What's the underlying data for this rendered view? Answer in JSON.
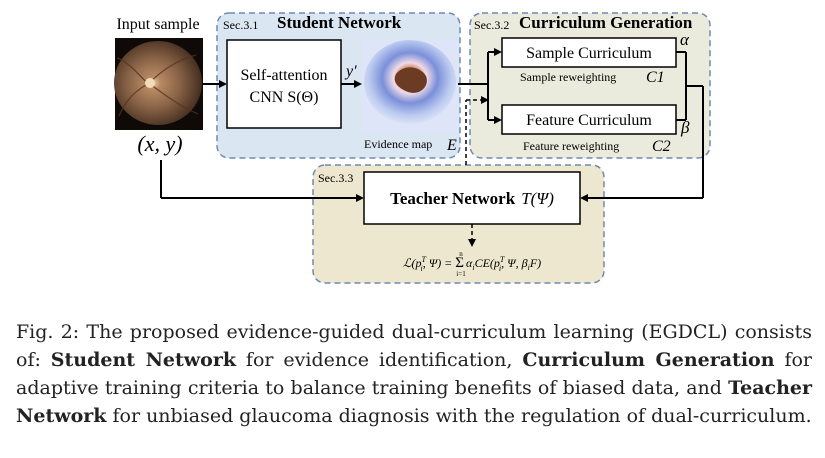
{
  "figure": {
    "input": {
      "label": "Input sample",
      "pair": "(x, y)"
    },
    "student": {
      "sec": "Sec.3.1",
      "title": "Student Network",
      "cnn_line1": "Self-attention",
      "cnn_line2": "CNN S(Θ)",
      "output": "y′",
      "evidence_label": "Evidence map",
      "evidence_symbol": "E"
    },
    "curriculum": {
      "sec": "Sec.3.2",
      "title": "Curriculum Generation",
      "sample_box": "Sample Curriculum",
      "sample_sub": "Sample reweighting",
      "sample_sym": "C1",
      "alpha": "α",
      "feature_box": "Feature Curriculum",
      "feature_sub": "Feature reweighting",
      "feature_sym": "C2",
      "beta": "β"
    },
    "teacher": {
      "sec": "Sec.3.3",
      "title": "Teacher Network",
      "title_sym": "T(Ψ)",
      "loss": "ℒ(p_i^T, Ψ) = Σ_{i=1}^{n} α_i CE(p_i^T, Ψ, β_i F)"
    },
    "colors": {
      "student_fill": "#dbe6f3",
      "curriculum_fill": "#ebebdd",
      "teacher_fill": "#ede7cf",
      "dash_stroke": "#6f8ab0"
    }
  },
  "caption": {
    "prefix": "Fig. 2: The proposed evidence-guided dual-curriculum learning (EGDCL) consists of: ",
    "term1": "Student Network",
    "text1": " for evidence identification, ",
    "term2": "Curriculum Generation",
    "text2": " for adaptive training criteria to balance training benefits of biased data, and ",
    "term3": "Teacher Network",
    "text3": " for unbiased glaucoma diagnosis with the regulation of dual-curriculum."
  }
}
